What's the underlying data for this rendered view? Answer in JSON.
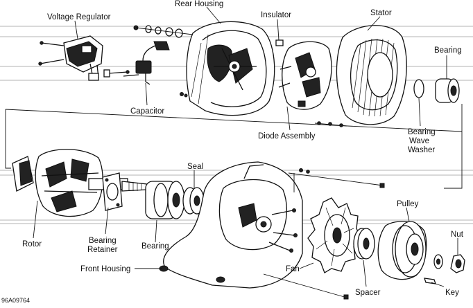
{
  "diagram": {
    "labels": {
      "voltage_regulator": "Voltage Regulator",
      "rear_housing": "Rear Housing",
      "insulator": "Insulator",
      "stator": "Stator",
      "bearing_top": "Bearing",
      "capacitor": "Capacitor",
      "diode_assembly": "Diode Assembly",
      "bearing_wave_washer_1": "Bearing",
      "bearing_wave_washer_2": "Wave",
      "bearing_wave_washer_3": "Washer",
      "seal": "Seal",
      "pulley": "Pulley",
      "nut": "Nut",
      "rotor": "Rotor",
      "bearing_retainer_1": "Bearing",
      "bearing_retainer_2": "Retainer",
      "bearing_bottom": "Bearing",
      "front_housing": "Front Housing",
      "fan": "Fan",
      "spacer": "Spacer",
      "key": "Key"
    },
    "figure_code": "96A09764"
  }
}
